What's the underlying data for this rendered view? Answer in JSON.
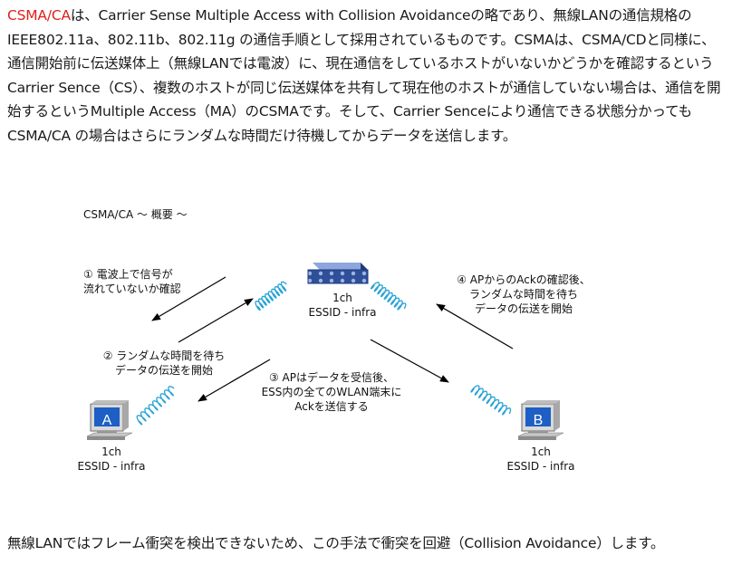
{
  "intro": {
    "term": "CSMA/CA",
    "text": "は、Carrier Sense Multiple Access with Collision Avoidanceの略であり、無線LANの通信規格のIEEE802.11a、802.11b、802.11g の通信手順として採用されているものです。CSMAは、CSMA/CDと同様に、通信開始前に伝送媒体上（無線LANでは電波）に、現在通信をしているホストがいないかどうかを確認するというCarrier Sence（CS）、複数のホストが同じ伝送媒体を共有して現在他のホストが通信していない場合は、通信を開始するというMultiple Access（MA）のCSMAです。そして、Carrier Senceにより通信できる状態分かっても CSMA/CA の場合はさらにランダムな時間だけ待機してからデータを送信します。"
  },
  "diagram": {
    "title": "CSMA/CA 〜 概要 〜",
    "ap": {
      "channel": "1ch",
      "essid": "ESSID - infra"
    },
    "host_a": {
      "letter": "A",
      "channel": "1ch",
      "essid": "ESSID - infra"
    },
    "host_b": {
      "letter": "B",
      "channel": "1ch",
      "essid": "ESSID - infra"
    },
    "step1": {
      "line1": "①  電波上で信号が",
      "line2": "流れていないか確認"
    },
    "step2": {
      "line1": "②  ランダムな時間を待ち",
      "line2": "データの伝送を開始"
    },
    "step3": {
      "line1": "③  APはデータを受信後、",
      "line2": "ESS内の全てのWLAN端末に",
      "line3": "Ackを送信する"
    },
    "step4": {
      "line1": "④  APからのAckの確認後、",
      "line2": "ランダムな時間を待ち",
      "line3": "データの伝送を開始"
    },
    "colors": {
      "wave": "#29a3d6",
      "screen": "#1d5fc4",
      "device": "#2f4f99"
    }
  },
  "outro": {
    "text": "無線LANではフレーム衝突を検出できないため、この手法で衝突を回避（Collision Avoidance）します。"
  }
}
